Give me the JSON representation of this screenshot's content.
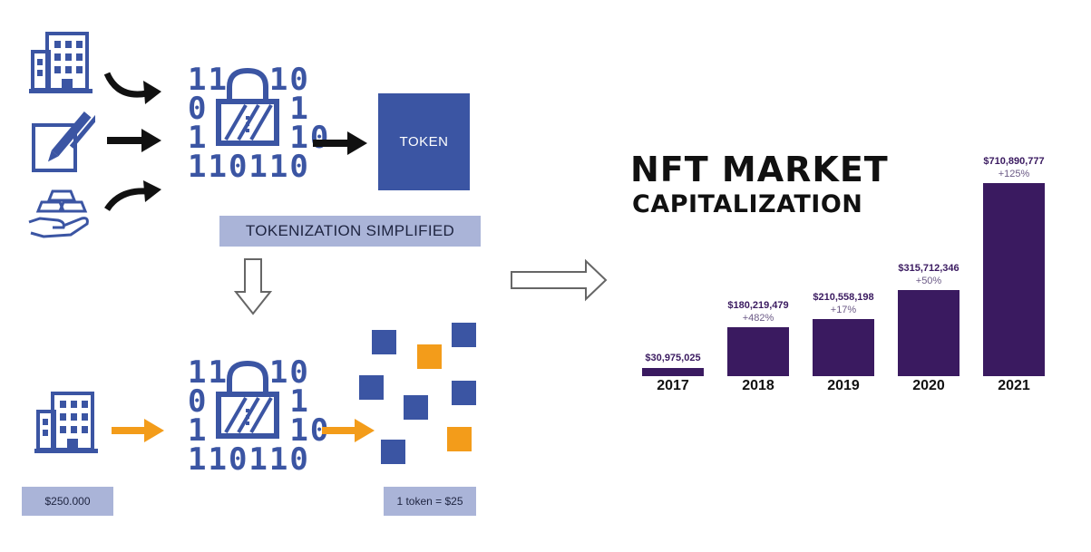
{
  "top_section": {
    "token_label": "TOKEN",
    "caption": "TOKENIZATION SIMPLIFIED",
    "binary_lines": [
      "11  10",
      "0    1",
      "1    10",
      "110110"
    ]
  },
  "bottom_section": {
    "asset_value": "$250.000",
    "token_price": "1 token = $25",
    "binary_lines": [
      "11  10",
      "0    1",
      "1    10",
      "110110"
    ]
  },
  "colors": {
    "navy": "#3b55a3",
    "orange": "#f39c1a",
    "bar_purple": "#3a1a60",
    "label_bg": "#aab4d8"
  },
  "icons": [
    "building-icon",
    "pen-paper-icon",
    "gold-hand-icon",
    "lock-icon",
    "curved-arrow-icon",
    "straight-arrow-icon",
    "hollow-arrow-icon"
  ],
  "chart_data": {
    "type": "bar",
    "title": "NFT MARKET",
    "subtitle": "CAPITALIZATION",
    "categories": [
      "2017",
      "2018",
      "2019",
      "2020",
      "2021"
    ],
    "values": [
      30975025,
      180219479,
      210558198,
      315712346,
      710890777
    ],
    "value_labels": [
      "$30,975,025",
      "$180,219,479",
      "$210,558,198",
      "$315,712,346",
      "$710,890,777"
    ],
    "growth_labels": [
      "",
      "+482%",
      "+17%",
      "+50%",
      "+125%"
    ],
    "ylim": [
      0,
      710890777
    ],
    "grid": false
  }
}
